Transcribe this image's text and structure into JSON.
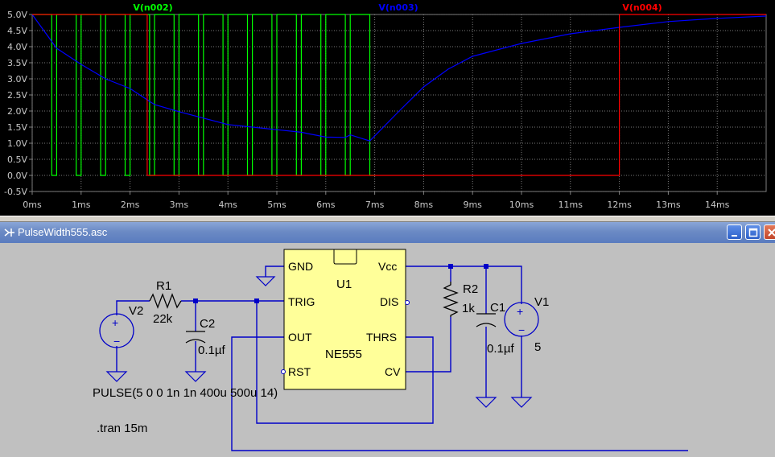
{
  "waveform": {
    "y_ticks": [
      "5.0V",
      "4.5V",
      "4.0V",
      "3.5V",
      "3.0V",
      "2.5V",
      "2.0V",
      "1.5V",
      "1.0V",
      "0.5V",
      "0.0V",
      "-0.5V"
    ],
    "x_ticks": [
      "0ms",
      "1ms",
      "2ms",
      "3ms",
      "4ms",
      "5ms",
      "6ms",
      "7ms",
      "8ms",
      "9ms",
      "10ms",
      "11ms",
      "12ms",
      "13ms",
      "14ms"
    ],
    "traces": [
      {
        "name": "V(n002)",
        "color": "#00ff00"
      },
      {
        "name": "V(n003)",
        "color": "#0000ff"
      },
      {
        "name": "V(n004)",
        "color": "#ff0000"
      }
    ]
  },
  "chart_data": {
    "type": "line",
    "xlabel": "",
    "ylabel": "",
    "xlim": [
      0,
      15
    ],
    "ylim": [
      -0.5,
      5
    ],
    "x_unit": "ms",
    "grid": true,
    "series": [
      {
        "name": "V(n002)",
        "x": [
          0,
          0.4,
          0.4,
          0.5,
          0.5,
          0.9,
          0.9,
          1.0,
          1.0,
          1.4,
          1.4,
          1.5,
          1.5,
          1.9,
          1.9,
          2.0,
          2.0,
          2.4,
          2.4,
          2.5,
          2.5,
          2.9,
          2.9,
          3.0,
          3.0,
          3.4,
          3.4,
          3.5,
          3.5,
          3.9,
          3.9,
          4.0,
          4.0,
          4.4,
          4.4,
          4.5,
          4.5,
          4.9,
          4.9,
          5.0,
          5.0,
          5.4,
          5.4,
          5.5,
          5.5,
          5.9,
          5.9,
          6.0,
          6.0,
          6.4,
          6.4,
          6.5,
          6.5,
          6.9,
          6.9,
          7.0
        ],
        "y": [
          5,
          5,
          0,
          0,
          5,
          5,
          0,
          0,
          5,
          5,
          0,
          0,
          5,
          5,
          0,
          0,
          5,
          5,
          0,
          0,
          5,
          5,
          0,
          0,
          5,
          5,
          0,
          0,
          5,
          5,
          0,
          0,
          5,
          5,
          0,
          0,
          5,
          5,
          0,
          0,
          5,
          5,
          0,
          0,
          5,
          5,
          0,
          0,
          5,
          5,
          0,
          0,
          5,
          5,
          0,
          0
        ]
      },
      {
        "name": "V(n003)",
        "x": [
          0,
          0.5,
          1,
          1.5,
          2,
          2.5,
          3,
          3.5,
          4,
          4.5,
          5,
          5.5,
          6,
          6.4,
          6.5,
          6.9,
          7.5,
          8,
          8.5,
          9,
          10,
          11,
          12,
          13,
          14,
          15
        ],
        "y": [
          5.0,
          3.95,
          3.45,
          3.0,
          2.7,
          2.2,
          1.98,
          1.78,
          1.58,
          1.5,
          1.42,
          1.34,
          1.19,
          1.18,
          1.26,
          1.07,
          2.0,
          2.75,
          3.3,
          3.7,
          4.1,
          4.4,
          4.6,
          4.78,
          4.88,
          4.95
        ]
      },
      {
        "name": "V(n004)",
        "x": [
          0,
          2.35,
          2.35,
          12.0,
          12.0,
          15
        ],
        "y": [
          5,
          5,
          0,
          0,
          5,
          5
        ]
      }
    ]
  },
  "window": {
    "title": "PulseWidth555.asc"
  },
  "schematic": {
    "ic": {
      "ref": "U1",
      "part": "NE555",
      "pins": {
        "gnd": "GND",
        "vcc": "Vcc",
        "trig": "TRIG",
        "dis": "DIS",
        "out": "OUT",
        "thrs": "THRS",
        "rst": "RST",
        "cv": "CV"
      }
    },
    "r1": {
      "ref": "R1",
      "value": "22k"
    },
    "r2": {
      "ref": "R2",
      "value": "1k"
    },
    "c1": {
      "ref": "C1",
      "value": "0.1µf"
    },
    "c2": {
      "ref": "C2",
      "value": "0.1µf"
    },
    "v1": {
      "ref": "V1",
      "value": "5"
    },
    "v2": {
      "ref": "V2",
      "value": "PULSE(5 0 0 1n 1n 400u 500u 14)"
    },
    "directive": ".tran 15m"
  }
}
